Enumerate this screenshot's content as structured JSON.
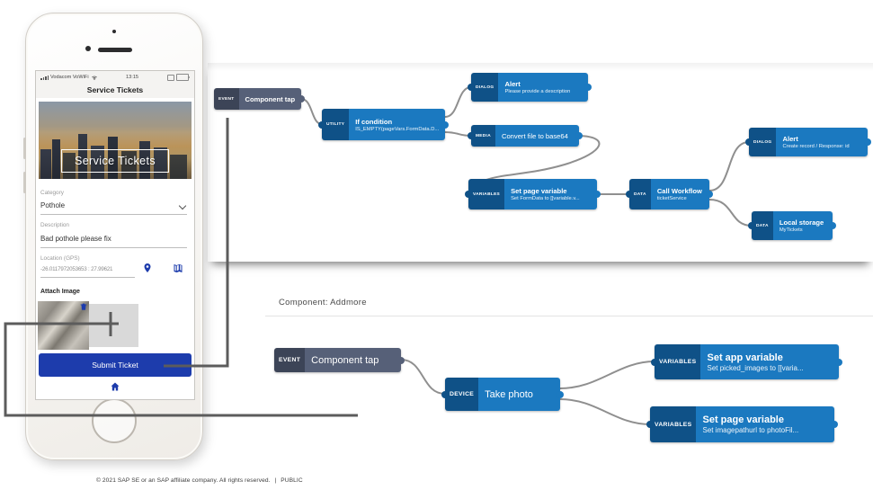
{
  "phone": {
    "status_bar": {
      "carrier": "Vodacom VoWiFi",
      "time": "13:15"
    },
    "nav_title": "Service Tickets",
    "hero_overlay_title": "Service Tickets",
    "form": {
      "category_label": "Category",
      "category_value": "Pothole",
      "description_label": "Description",
      "description_value": "Bad pothole please fix",
      "location_label": "Location (GPS)",
      "location_value": "-26.0117972053653 : 27.99621",
      "attach_image_label": "Attach Image",
      "submit_button_label": "Submit Ticket"
    }
  },
  "flows": {
    "submit_flow": {
      "nodes": [
        {
          "kind": "EVENT",
          "title": "Component tap"
        },
        {
          "kind": "UTILITY",
          "title": "If condition",
          "subtitle": "IS_EMPTY(pageVars.FormData.D..."
        },
        {
          "kind": "DIALOG",
          "title": "Alert",
          "subtitle": "Please provide a description"
        },
        {
          "kind": "MEDIA",
          "title": "Convert file to base64"
        },
        {
          "kind": "VARIABLES",
          "title": "Set page variable",
          "subtitle": "Set FormData to [[variable.v..."
        },
        {
          "kind": "DATA",
          "title": "Call Workflow",
          "subtitle": "ticketService"
        },
        {
          "kind": "DIALOG",
          "title": "Alert",
          "subtitle": "Create record / Response: id"
        },
        {
          "kind": "DATA",
          "title": "Local storage",
          "subtitle": "MyTickets"
        }
      ]
    },
    "addmore_flow": {
      "component_label": "Component: Addmore",
      "nodes": [
        {
          "kind": "EVENT",
          "title": "Component tap"
        },
        {
          "kind": "DEVICE",
          "title": "Take photo"
        },
        {
          "kind": "VARIABLES",
          "title": "Set app variable",
          "subtitle": "Set picked_images to [[varia..."
        },
        {
          "kind": "VARIABLES",
          "title": "Set page variable",
          "subtitle": "Set imagepathurl to photoFil..."
        }
      ]
    }
  },
  "footer": {
    "copyright": "© 2021 SAP SE or an SAP affiliate company. All rights reserved.",
    "separator": "|",
    "classification": "PUBLIC"
  },
  "colors": {
    "accent_blue": "#1d3cac",
    "node_blue": "#1b79c0",
    "node_blue_dark": "#0f5187",
    "node_event": "#566078",
    "node_event_dark": "#3c4457",
    "wire_gray": "#8f8f8f",
    "annotation_gray": "#5c5c5c"
  }
}
